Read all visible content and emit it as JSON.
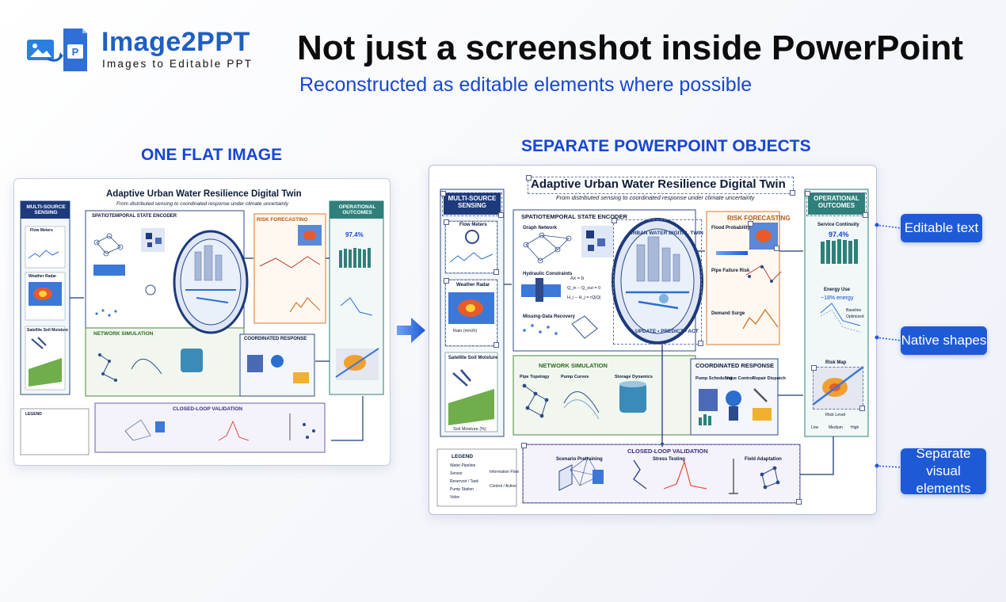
{
  "brand": {
    "name": "Image2PPT",
    "tagline": "Images to Editable PPT",
    "logo_icon": "image-to-ppt-icon",
    "logo_letter": "P"
  },
  "headline": "Not just a screenshot inside PowerPoint",
  "subline": "Reconstructed as editable elements where possible",
  "labels": {
    "left": "ONE FLAT IMAGE",
    "right": "SEPARATE POWERPOINT OBJECTS"
  },
  "callouts": {
    "editable_text": "Editable text",
    "native_shapes": "Native shapes",
    "separate_line1": "Separate",
    "separate_line2": "visual elements"
  },
  "diagram": {
    "title": "Adaptive Urban Water Resilience Digital Twin",
    "subtitle": "From distributed sensing to coordinated response under climate uncertainty",
    "multi_source": "MULTI-SOURCE SENSING",
    "flow_meters": "Flow Meters",
    "weather_radar": "Weather Radar",
    "rain_label": "Rain (mm/h)",
    "satellite": "Satellite Soil Moisture",
    "soil_label": "Soil Moisture (%)",
    "encoder": "SPATIOTEMPORAL STATE ENCODER",
    "graph_network": "Graph Network",
    "hydraulic": "Hydraulic Constraints",
    "missing_data": "Missing-Data Recovery",
    "eq1": "Ax = b",
    "eq2": "Q_in − Q_out = 0",
    "eq3": "H_i − H_j = rQ|Q|",
    "hub_text": "URBAN WATER DIGITAL TWIN",
    "hub_footer": "UPDATE • PREDICT • ACT",
    "risk": "RISK FORECASTING",
    "flood_prob": "Flood Probability",
    "pipe_failure": "Pipe Failure Risk",
    "demand_surge": "Demand Surge",
    "operational": "OPERATIONAL OUTCOMES",
    "service": "Service Continuity",
    "service_value": "97.4%",
    "energy": "Energy Use",
    "energy_value": "−18% energy",
    "baseline": "Baseline",
    "optimized": "Optimized",
    "risk_map": "Risk Map",
    "risk_level": "Risk Level",
    "low": "Low",
    "medium": "Medium",
    "high": "High",
    "network_sim": "NETWORK SIMULATION",
    "pipe_topology": "Pipe Topology",
    "pump_curves": "Pump Curves",
    "storage": "Storage Dynamics",
    "coordinated": "COORDINATED RESPONSE",
    "pump_sched": "Pump Scheduling",
    "valve_control": "Valve Control",
    "repair": "Repair Dispatch",
    "closed_loop": "CLOSED-LOOP VALIDATION",
    "scenario": "Scenario Pretraining",
    "stress": "Stress Testing",
    "field": "Field Adaptation",
    "legend": "LEGEND",
    "legend_items": [
      "Water Pipeline",
      "Sensor",
      "Reservoir / Tank",
      "Pump Station",
      "Valve"
    ],
    "info_flow": "Information Flow",
    "control": "Control / Action"
  },
  "colors": {
    "accent_blue": "#1746d6",
    "brand_blue": "#1f5fbf",
    "callout_blue": "#1f5ad6",
    "navy": "#1d3a7a",
    "teal": "#2f7f7a",
    "green": "#4a8a3a",
    "orange": "#d9792b"
  }
}
